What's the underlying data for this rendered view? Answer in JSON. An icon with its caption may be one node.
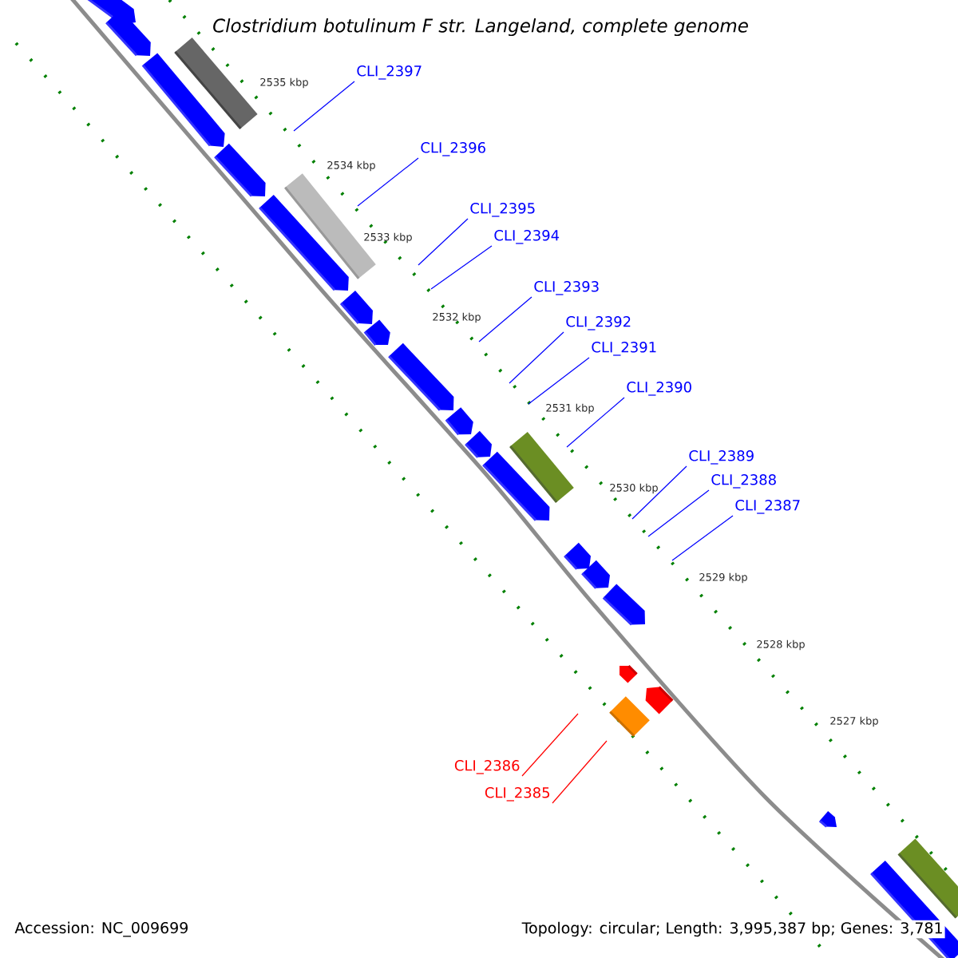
{
  "diagram": {
    "title": "Clostridium botulinum F str. Langeland, complete genome",
    "nodes": [
      {
        "text": [
          "CLI_2397"
        ]
      },
      {
        "text": [
          "CLI_2396"
        ]
      },
      {
        "text": [
          "CLI_2395"
        ]
      },
      {
        "text": [
          "CLI_2394"
        ]
      },
      {
        "text": [
          "CLI_2393"
        ]
      },
      {
        "text": [
          "CLI_2392"
        ]
      },
      {
        "text": [
          "CLI_2391"
        ]
      },
      {
        "text": [
          "CLI_2390"
        ]
      },
      {
        "text": [
          "CLI_2389"
        ]
      },
      {
        "text": [
          "CLI_2388"
        ]
      },
      {
        "text": [
          "CLI_2387"
        ]
      },
      {
        "text": [
          "CLI_2386"
        ]
      },
      {
        "text": [
          "CLI_2385"
        ]
      }
    ],
    "edges": [
      {
        "from": 0,
        "to": null,
        "arrow": "none"
      },
      {
        "from": 1,
        "to": null,
        "arrow": "none"
      },
      {
        "from": 2,
        "to": null,
        "arrow": "none"
      },
      {
        "from": 3,
        "to": null,
        "arrow": "none"
      },
      {
        "from": 4,
        "to": null,
        "arrow": "none"
      },
      {
        "from": 5,
        "to": null,
        "arrow": "none"
      },
      {
        "from": 6,
        "to": null,
        "arrow": "none"
      },
      {
        "from": 7,
        "to": null,
        "arrow": "none"
      },
      {
        "from": 8,
        "to": null,
        "arrow": "none"
      },
      {
        "from": 9,
        "to": null,
        "arrow": "none"
      },
      {
        "from": 10,
        "to": null,
        "arrow": "none"
      },
      {
        "from": 11,
        "to": null,
        "arrow": "none",
        "color": "#ff0000"
      },
      {
        "from": 12,
        "to": null,
        "arrow": "none",
        "color": "#ff0000"
      }
    ],
    "labels": [
      "2535 kbp",
      "2534 kbp",
      "2533 kbp",
      "2532 kbp",
      "2531 kbp",
      "2530 kbp",
      "2529 kbp",
      "2528 kbp",
      "2527 kbp",
      "Accession: NC_009699",
      "Topology: circular; Length: 3,995,387 bp; Genes: 3,781"
    ]
  }
}
